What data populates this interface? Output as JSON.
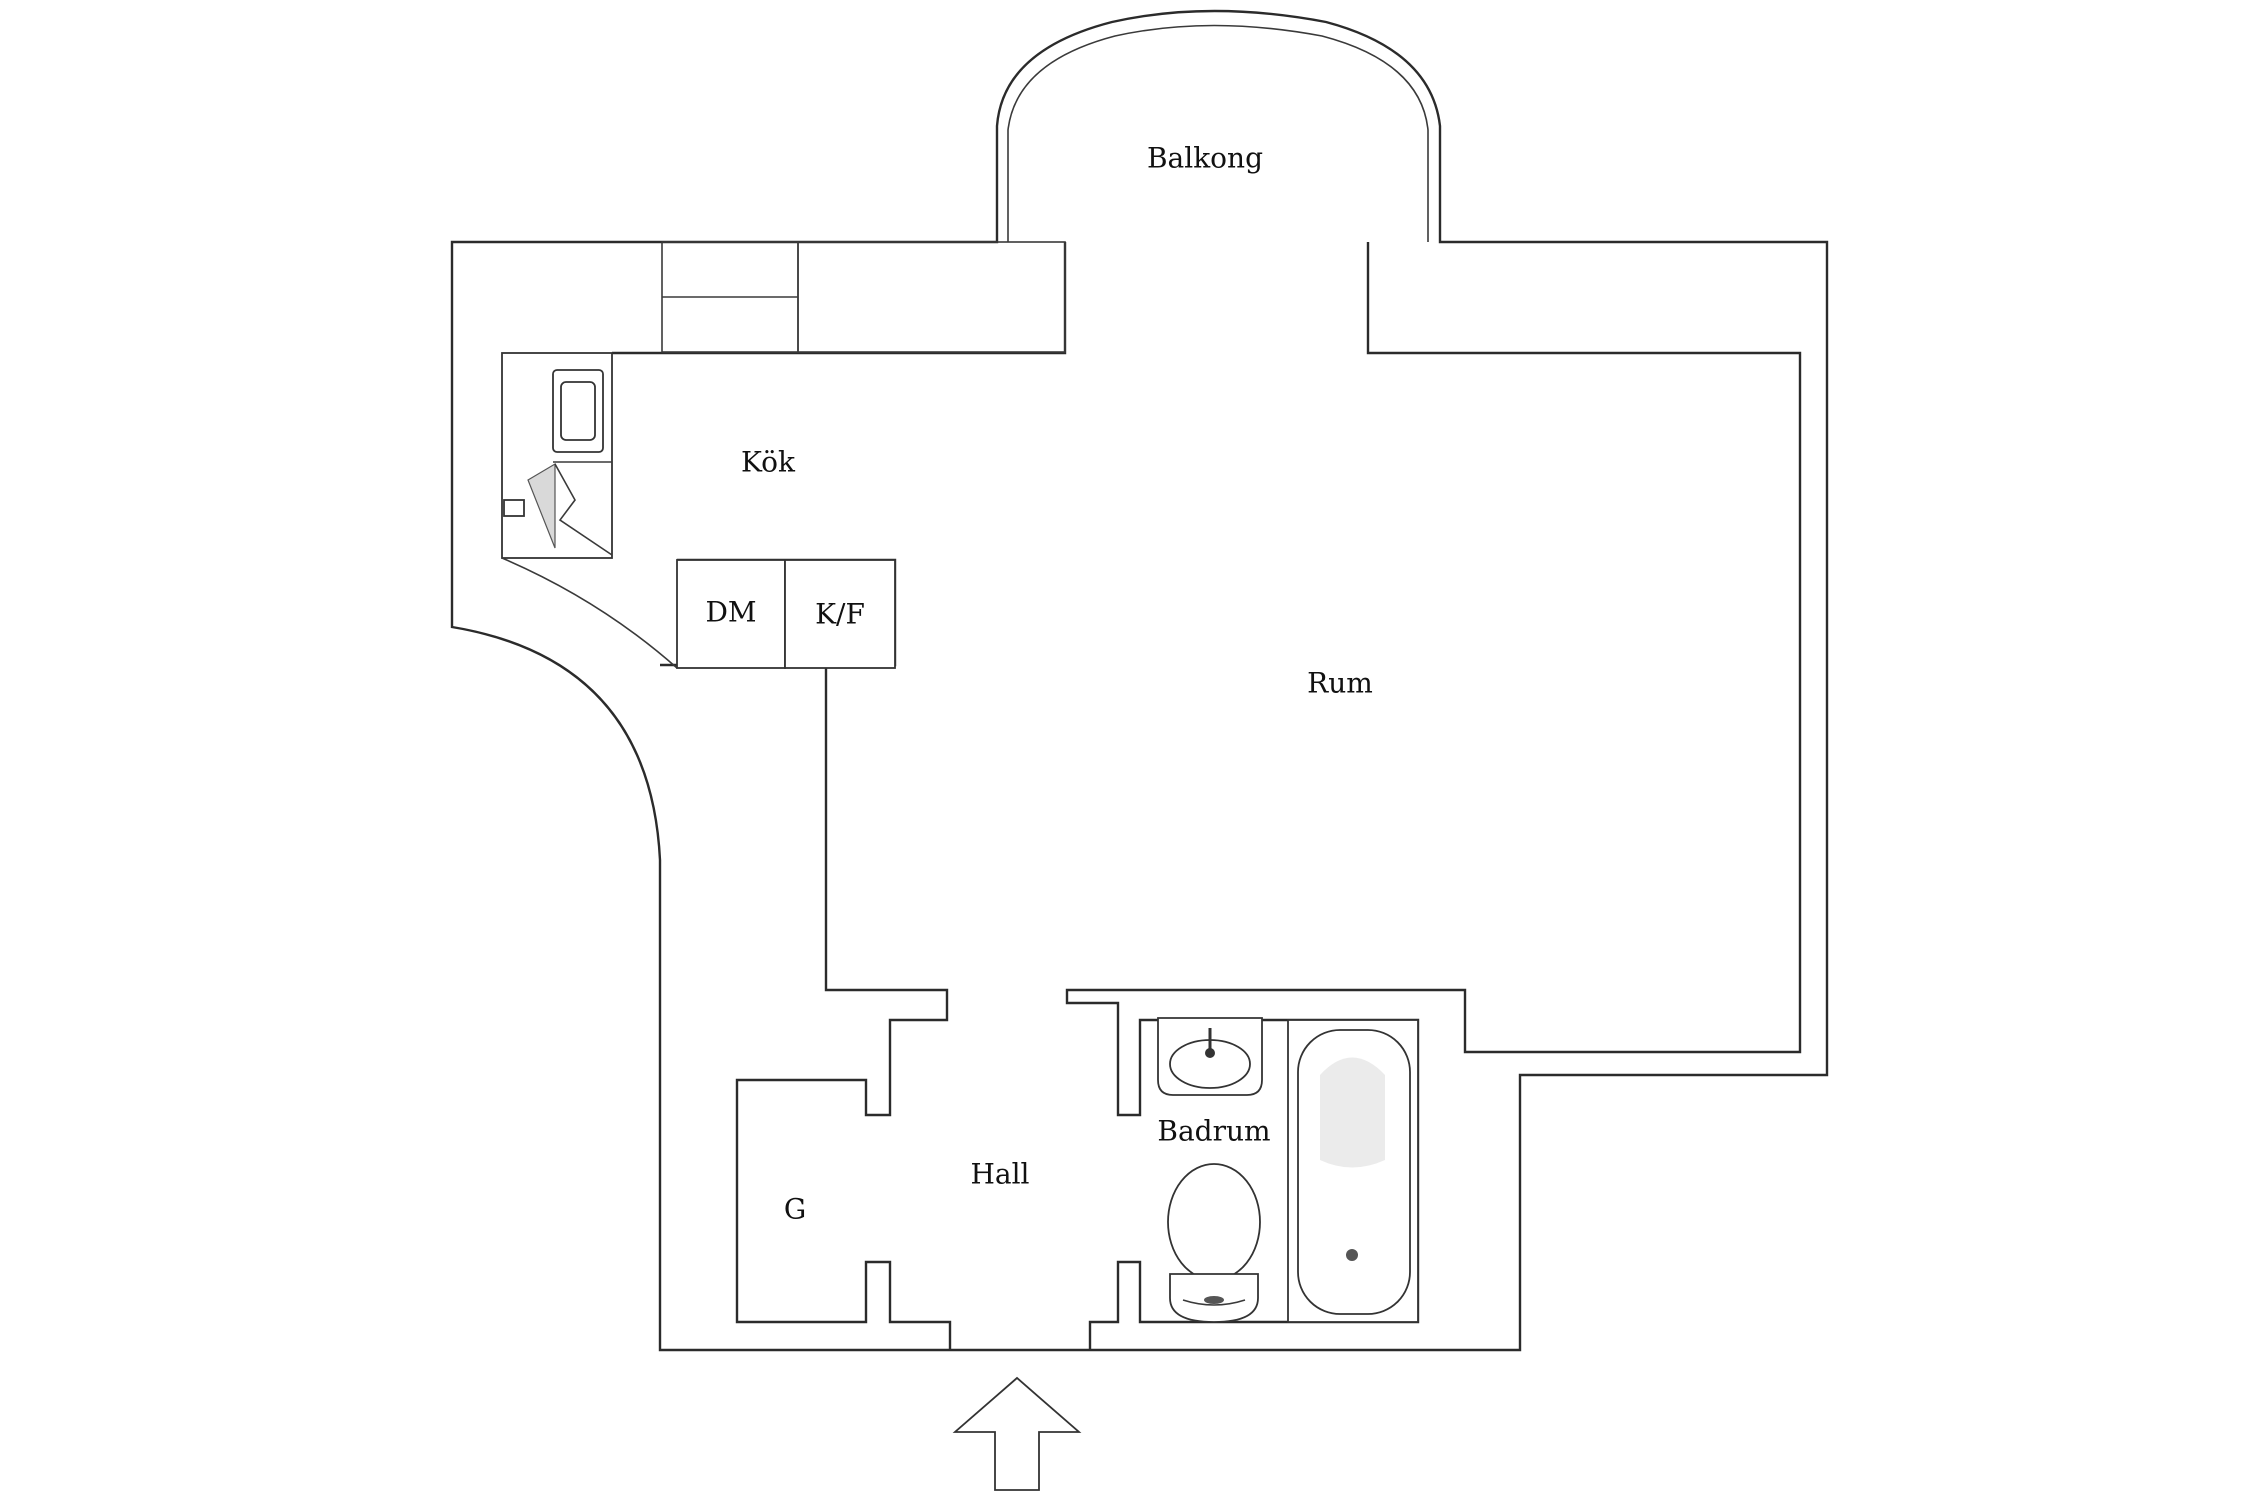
{
  "rooms": {
    "balcony": "Balkong",
    "kitchen": "Kök",
    "living_room": "Rum",
    "hall": "Hall",
    "bathroom": "Badrum",
    "wardrobe": "G"
  },
  "appliances": {
    "dishwasher": "DM",
    "fridge_freezer": "K/F"
  },
  "entrance_arrow": "entrance-arrow-icon"
}
